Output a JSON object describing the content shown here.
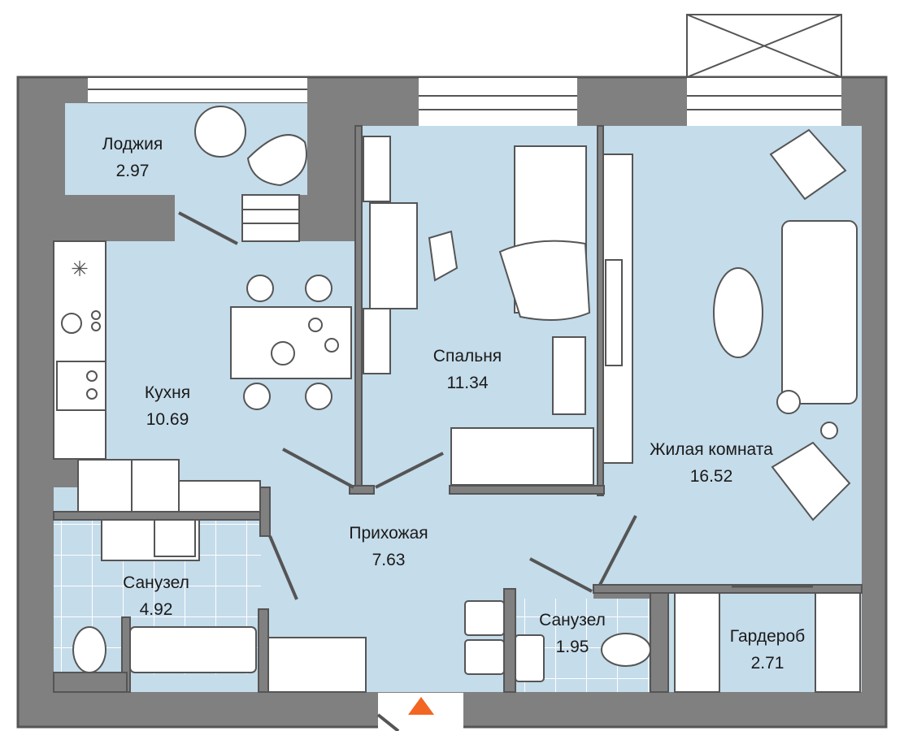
{
  "plan": {
    "rooms": [
      {
        "name": "Лоджия",
        "area": "2.97"
      },
      {
        "name": "Кухня",
        "area": "10.69"
      },
      {
        "name": "Спальня",
        "area": "11.34"
      },
      {
        "name": "Жилая комната",
        "area": "16.52"
      },
      {
        "name": "Прихожая",
        "area": "7.63"
      },
      {
        "name": "Санузел",
        "area": "4.92"
      },
      {
        "name": "Санузел",
        "area": "1.95"
      },
      {
        "name": "Гардероб",
        "area": "2.71"
      }
    ],
    "colors": {
      "wall": "#808080",
      "room": "#c5dcea",
      "entrance_marker": "#f26522"
    }
  }
}
